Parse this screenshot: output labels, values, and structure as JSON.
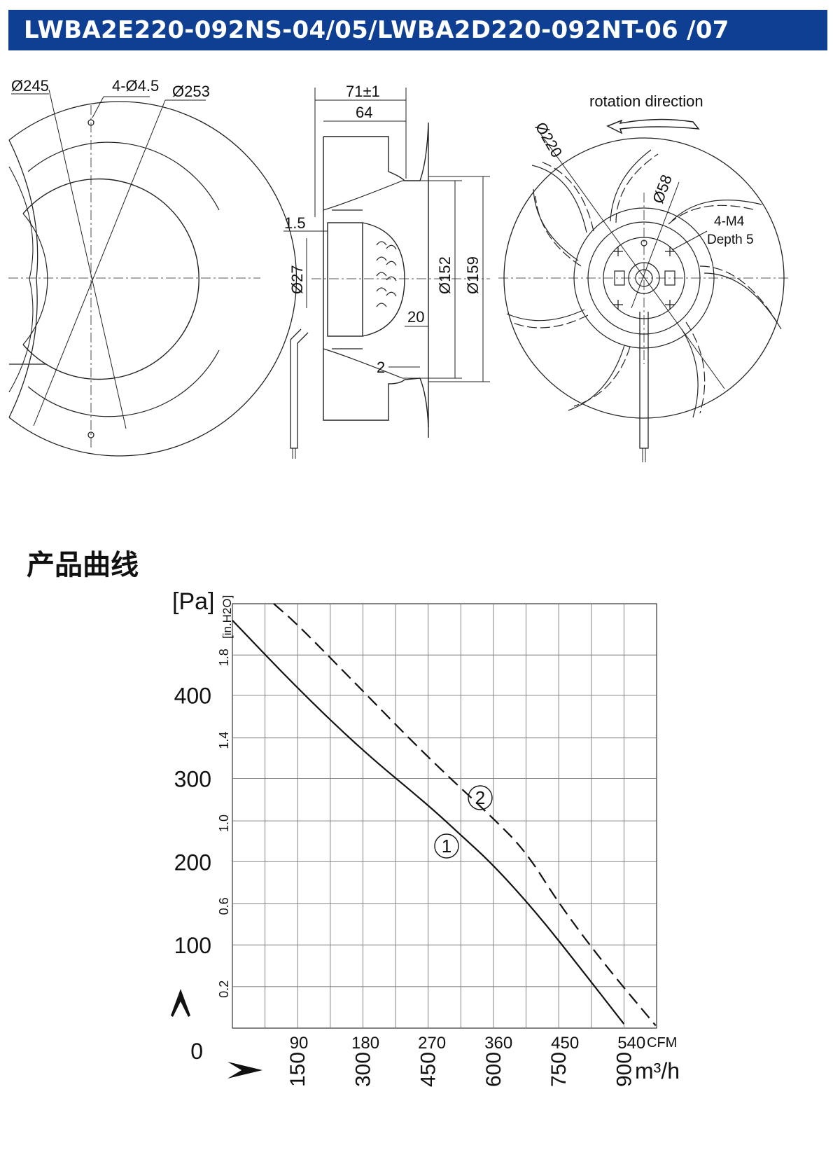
{
  "header": {
    "title": "LWBA2E220-092NS-04/05/LWBA2D220-092NT-06 /07"
  },
  "section": {
    "heading": "产品曲线"
  },
  "drawing": {
    "front_labels": {
      "d245": "Ø245",
      "holes": "4-Ø4.5",
      "d253": "Ø253"
    },
    "side_labels": {
      "len_total": "71±1",
      "len_body": "64",
      "offset": "1.5",
      "d27": "Ø27",
      "d152": "Ø152",
      "d159": "Ø159",
      "gap20": "20",
      "gap2": "2"
    },
    "back_labels": {
      "rotation": "rotation direction",
      "d220": "Ø220",
      "d58": "Ø58",
      "thread": "4-M4",
      "depth": "Depth 5"
    }
  },
  "chart_data": {
    "type": "line",
    "y_unit_primary": "[Pa]",
    "y_unit_secondary": "[in.H2O]",
    "x_unit_primary": "m³/h",
    "x_unit_secondary": "CFM",
    "y_ticks_pa": [
      "0",
      "100",
      "200",
      "300",
      "400"
    ],
    "y_ticks_inh2o": [
      "0.2",
      "0.6",
      "1.0",
      "1.4",
      "1.8"
    ],
    "x_ticks_cfm": [
      "90",
      "180",
      "270",
      "360",
      "450",
      "540"
    ],
    "x_ticks_m3h": [
      "150",
      "300",
      "450",
      "600",
      "750",
      "900"
    ],
    "xlim_m3h": [
      0,
      975
    ],
    "ylim_pa": [
      0,
      510
    ],
    "grid": true,
    "series": [
      {
        "name": "①",
        "style": "solid",
        "x": [
          0,
          150,
          300,
          450,
          525,
          600,
          700,
          800,
          900
        ],
        "y": [
          490,
          408,
          333,
          268,
          232,
          196,
          138,
          72,
          5
        ]
      },
      {
        "name": "②",
        "style": "dashed",
        "x": [
          95,
          150,
          300,
          450,
          600,
          675,
          750,
          850,
          973
        ],
        "y": [
          510,
          485,
          405,
          325,
          252,
          212,
          150,
          80,
          3
        ]
      }
    ]
  }
}
